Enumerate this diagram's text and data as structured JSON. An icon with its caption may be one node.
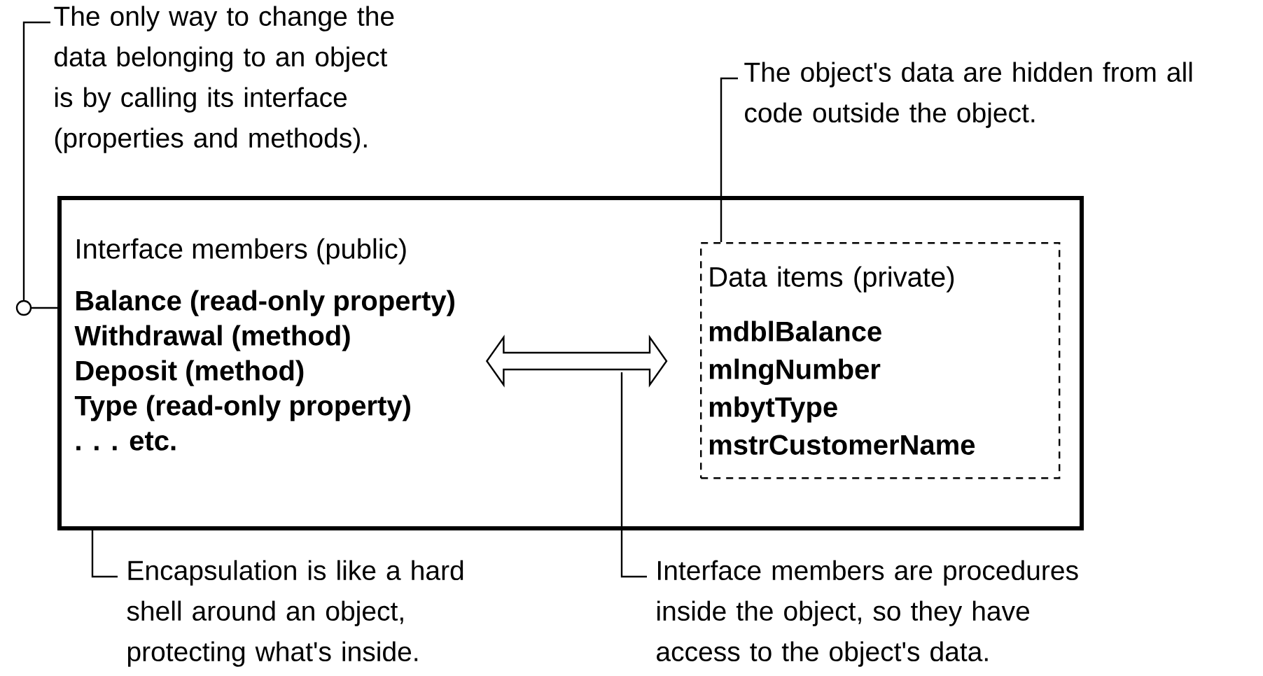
{
  "diagram": {
    "nodes": [
      {
        "text": [
          "The only way to change the data belonging to an object is by calling its interface (properties and methods)."
        ]
      },
      {
        "text": [],
        "shape": "box"
      },
      {
        "text": [
          "Interface members (public)",
          "Balance (read-only property)",
          "Withdrawal (method)",
          "Deposit (method)",
          "Type (read-only property)",
          ". . . etc."
        ],
        "in": 1
      },
      {
        "text": [
          "Data items (private)",
          "mdblBalance",
          "mlngNumber",
          "mbytType",
          "mstrCustomerName"
        ],
        "in": 1
      },
      {
        "text": [
          "The object's data are hidden from all code outside the object."
        ]
      },
      {
        "text": [
          "Encapsulation is like a hard shell around an object, protecting what's inside."
        ]
      },
      {
        "text": [
          "Interface members are procedures inside the object, so they have access to the object's data."
        ]
      }
    ],
    "edges": [
      {
        "from": 0,
        "to": 1,
        "arrow": "none"
      },
      {
        "from": 2,
        "to": 3,
        "arrow": "both"
      },
      {
        "from": 4,
        "to": 3,
        "arrow": "none"
      },
      {
        "from": 5,
        "to": 1,
        "arrow": "none"
      },
      {
        "from": 6,
        "to": null,
        "arrow": "none"
      }
    ]
  }
}
